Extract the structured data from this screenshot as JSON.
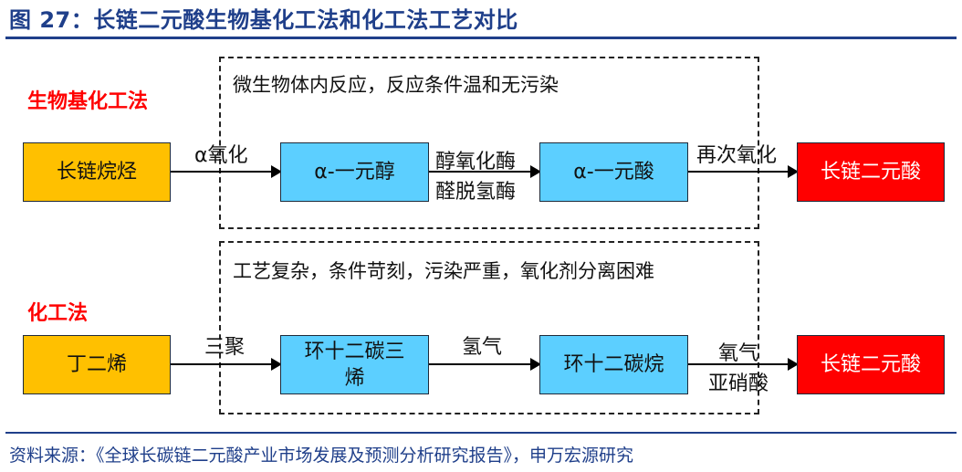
{
  "header": {
    "title": "图 27：长链二元酸生物基化工法和化工法工艺对比"
  },
  "bio_route": {
    "section_label": "生物基化工法",
    "note": "微生物体内反应，反应条件温和无污染",
    "start": "长链烷烃",
    "step1_label": "α氧化",
    "intermediate1": "α-一元醇",
    "step2_label_line1": "醇氧化酶",
    "step2_label_line2": "醛脱氢酶",
    "intermediate2": "α-一元酸",
    "step3_label": "再次氧化",
    "product": "长链二元酸"
  },
  "chem_route": {
    "section_label": "化工法",
    "note": "工艺复杂，条件苛刻，污染严重，氧化剂分离困难",
    "start": "丁二烯",
    "step1_label": "三聚",
    "intermediate1_line1": "环十二碳三",
    "intermediate1_line2": "烯",
    "step2_label": "氢气",
    "intermediate2": "环十二碳烷",
    "step3_label_line1": "氧气",
    "step3_label_line2": "亚硝酸",
    "product": "长链二元酸"
  },
  "footer": {
    "source": "资料来源：《全球长碳链二元酸产业市场发展及预测分析研究报告》，申万宏源研究"
  },
  "colors": {
    "title_blue": "#1f3f8a",
    "start_box": "#ffc000",
    "intermediate_box": "#5ccfff",
    "product_box": "#ff0000",
    "section_label": "#ff0000"
  }
}
